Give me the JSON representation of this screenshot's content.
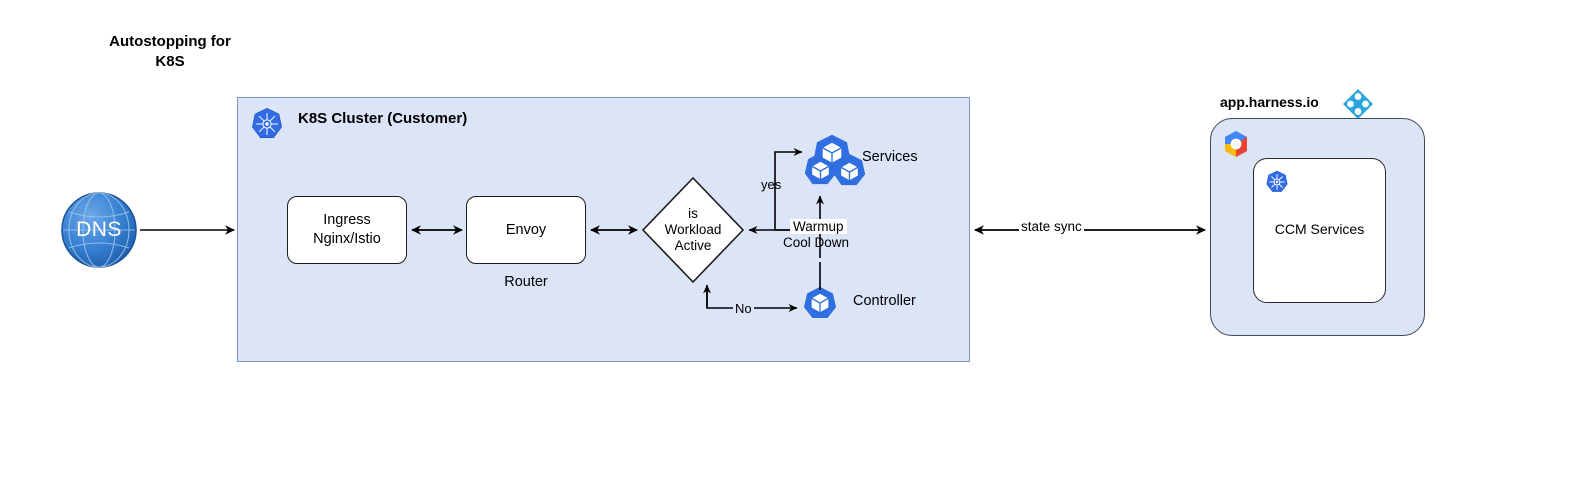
{
  "title": {
    "line1": "Autostopping for",
    "line2": "K8S"
  },
  "cluster": {
    "label": "K8S Cluster (Customer)",
    "icon": "kubernetes-icon",
    "background_color": "#dce4f7",
    "border_color": "#7d96c8"
  },
  "dns": {
    "label": "DNS",
    "icon": "globe-icon",
    "color": "#2d73c5"
  },
  "nodes": {
    "ingress": "Ingress\nNginx/Istio",
    "ingress_line1": "Ingress",
    "ingress_line2": "Nginx/Istio",
    "envoy": "Envoy",
    "router_caption": "Router",
    "decision_line1": "is",
    "decision_line2": "Workload",
    "decision_line3": "Active",
    "services": "Services",
    "controller": "Controller"
  },
  "edges": {
    "yes": "yes",
    "no": "No",
    "warmup": "Warmup",
    "cooldown": "Cool Down",
    "state_sync": "state sync"
  },
  "harness": {
    "label": "app.harness.io",
    "logo": "harness-diamond-logo",
    "cloud_icon": "gcp-hexagon-icon",
    "inner_icon": "kubernetes-icon",
    "inner_label": "CCM Services",
    "background_color": "#dce4f7",
    "border_color": "#3d4a5c"
  },
  "colors": {
    "kubernetes_blue": "#326ce5",
    "harness_blue": "#2ba6e0",
    "panel_blue": "#dce4f7",
    "line": "#000000"
  }
}
